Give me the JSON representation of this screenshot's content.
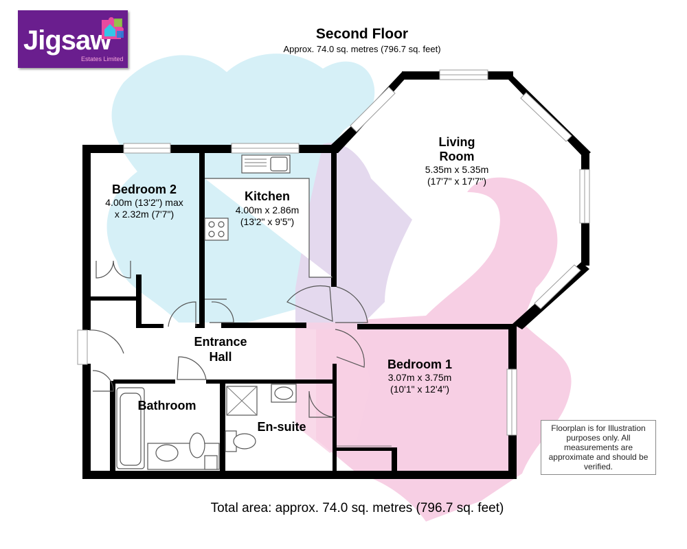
{
  "logo": {
    "name": "Jigsaw",
    "subtitle": "Estates Limited",
    "colors": {
      "background": "#6a1e8e",
      "piece_pink": "#e84aa0",
      "piece_cyan": "#33c6e8",
      "piece_green": "#8bd43c",
      "piece_blue": "#2e7fd9"
    }
  },
  "header": {
    "title": "Second Floor",
    "subtitle": "Approx. 74.0 sq. metres (796.7 sq. feet)"
  },
  "rooms": {
    "bedroom2": {
      "name": "Bedroom 2",
      "line1": "4.00m (13'2\") max",
      "line2": "x 2.32m (7'7\")"
    },
    "kitchen": {
      "name": "Kitchen",
      "line1": "4.00m x 2.86m",
      "line2": "(13'2\" x 9'5\")"
    },
    "living": {
      "name_line1": "Living",
      "name_line2": "Room",
      "line1": "5.35m x 5.35m",
      "line2": "(17'7\" x 17'7\")"
    },
    "hall": {
      "name_line1": "Entrance",
      "name_line2": "Hall"
    },
    "bedroom1": {
      "name": "Bedroom 1",
      "line1": "3.07m x 3.75m",
      "line2": "(10'1\" x 12'4\")"
    },
    "bathroom": {
      "name": "Bathroom"
    },
    "ensuite": {
      "name": "En-suite"
    }
  },
  "note": "Floorplan is for Illustration purposes only. All measurements are approximate and should be verified.",
  "footer": {
    "total": "Total area: approx. 74.0 sq. metres (796.7 sq. feet)"
  },
  "watermark": {
    "cyan": "#d6f0f7",
    "pink": "#f7cfe4",
    "lilac": "#e4d9ee"
  }
}
